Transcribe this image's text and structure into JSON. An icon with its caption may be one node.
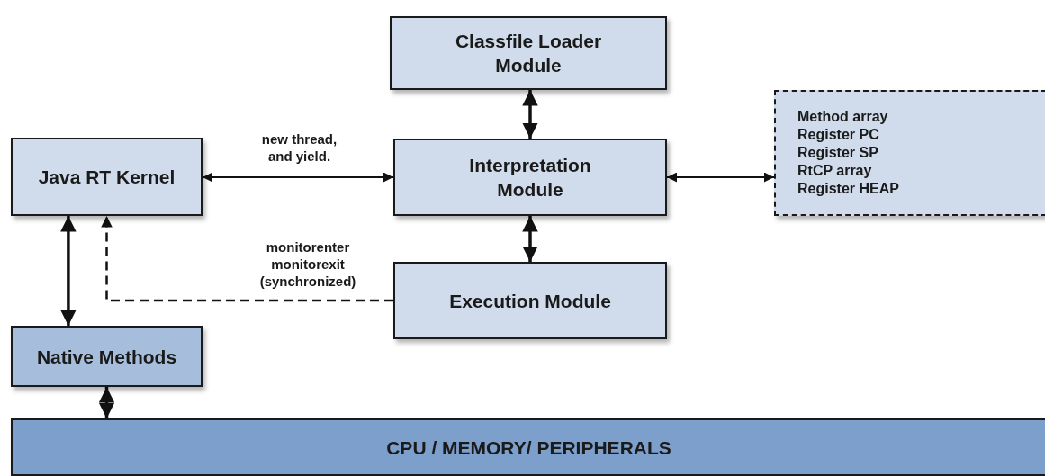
{
  "diagram": {
    "nodes": [
      {
        "text": [
          "Classfile Loader Module"
        ]
      },
      {
        "text": [
          "Java RT Kernel"
        ]
      },
      {
        "text": [
          "Interpretation Module"
        ]
      },
      {
        "text": [
          "Method array",
          "Register PC",
          "Register SP",
          "RtCP array",
          "Register HEAP"
        ]
      },
      {
        "text": [
          "Execution Module"
        ]
      },
      {
        "text": [
          "Native Methods"
        ]
      },
      {
        "text": [
          "CPU / MEMORY/ PERIPHERALS"
        ]
      }
    ],
    "edges": [
      {
        "from": 0,
        "to": 2,
        "arrow": "both"
      },
      {
        "from": 1,
        "to": 2,
        "arrow": "both",
        "label": "new thread, and yield."
      },
      {
        "from": 2,
        "to": 3,
        "arrow": "both"
      },
      {
        "from": 2,
        "to": 4,
        "arrow": "both"
      },
      {
        "from": 4,
        "to": 1,
        "arrow": "to",
        "style": "dashed",
        "label": "monitorenter monitorexit (synchronized)"
      },
      {
        "from": 1,
        "to": 5,
        "arrow": "both"
      },
      {
        "from": 5,
        "to": 6,
        "arrow": "both"
      }
    ]
  }
}
